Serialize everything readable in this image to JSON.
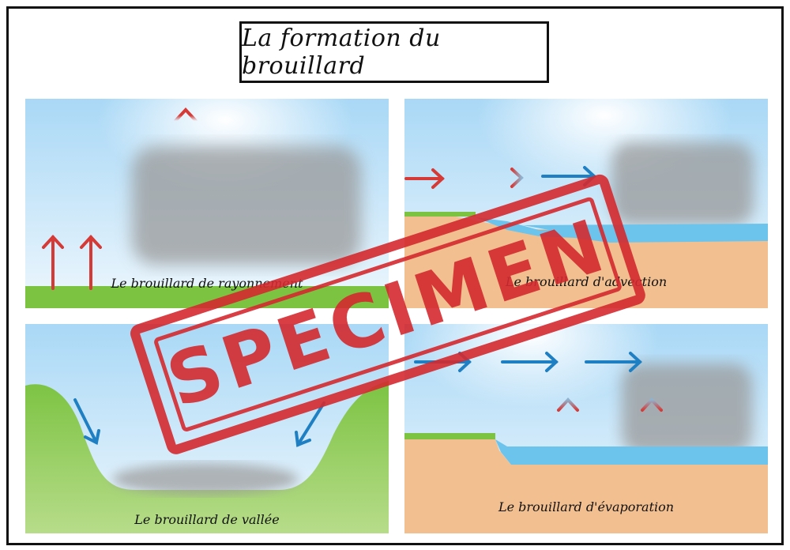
{
  "title": "La formation du brouillard",
  "panels": [
    {
      "id": "radiation",
      "caption": "Le brouillard de rayonnement"
    },
    {
      "id": "advection",
      "caption": "Le brouillard d'advection"
    },
    {
      "id": "valley",
      "caption": "Le brouillard de vallée"
    },
    {
      "id": "evaporation",
      "caption": "Le brouillard d'évaporation"
    }
  ],
  "stamp": {
    "text": "SPECIMEN",
    "color": "#d42a2f"
  },
  "colors": {
    "sky_top": "#a9d8f6",
    "sky_bottom": "#eef7fd",
    "grass": "#7cc342",
    "sand": "#f2c090",
    "water": "#6cc4ec",
    "arrow_red": "#d63a36",
    "arrow_blue": "#1e7fc3",
    "fog": "#9a9a9a"
  },
  "icons": [
    "arrow-up-icon",
    "arrow-right-icon",
    "arrow-down-icon",
    "fog-cloud-icon",
    "specimen-stamp"
  ]
}
